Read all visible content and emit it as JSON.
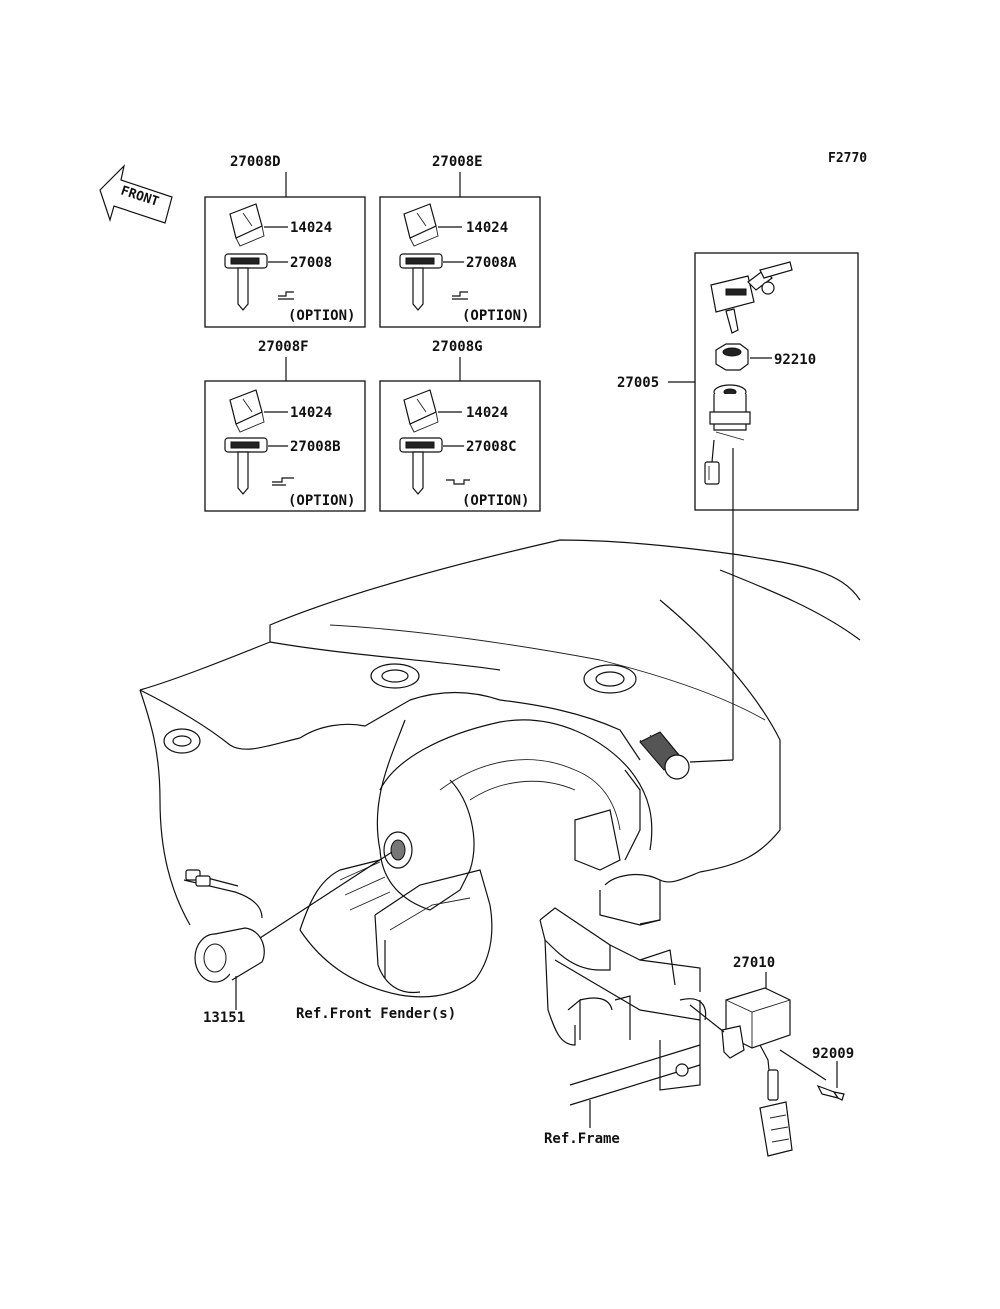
{
  "figure_code": "F2770",
  "front_arrow_label": "FRONT",
  "kits": [
    {
      "code": "27008D",
      "cap": "14024",
      "key": "27008",
      "option": "(OPTION)"
    },
    {
      "code": "27008E",
      "cap": "14024",
      "key": "27008A",
      "option": "(OPTION)"
    },
    {
      "code": "27008F",
      "cap": "14024",
      "key": "27008B",
      "option": "(OPTION)"
    },
    {
      "code": "27008G",
      "cap": "14024",
      "key": "27008C",
      "option": "(OPTION)"
    }
  ],
  "assembly": {
    "code": "27005",
    "nut": "92210"
  },
  "parts": {
    "connector_part": "27010",
    "screw_part": "92009",
    "harness_part": "13151"
  },
  "refs": {
    "front_fender": "Ref.Front Fender(s)",
    "frame": "Ref.Frame"
  }
}
